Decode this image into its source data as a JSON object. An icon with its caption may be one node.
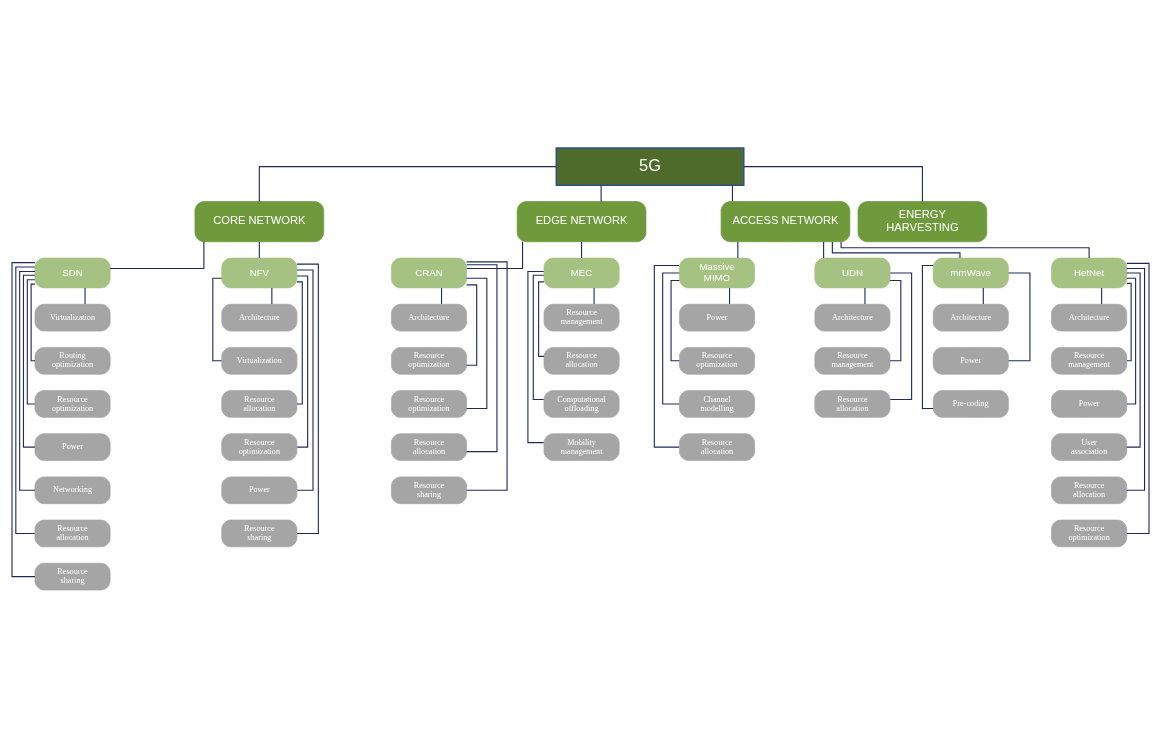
{
  "diagram": {
    "nodes": [
      {
        "text": [
          "5G"
        ]
      },
      {
        "text": [
          "CORE NETWORK"
        ]
      },
      {
        "text": [
          "EDGE NETWORK"
        ]
      },
      {
        "text": [
          "ACCESS NETWORK"
        ]
      },
      {
        "text": [
          "ENERGY HARVESTING"
        ]
      },
      {
        "text": [
          "SDN"
        ]
      },
      {
        "text": [
          "NFV"
        ]
      },
      {
        "text": [
          "CRAN"
        ]
      },
      {
        "text": [
          "MEC"
        ]
      },
      {
        "text": [
          "Massive MIMO"
        ]
      },
      {
        "text": [
          "UDN"
        ]
      },
      {
        "text": [
          "mmWave"
        ]
      },
      {
        "text": [
          "HetNet"
        ]
      },
      {
        "text": [
          "Virtualization"
        ]
      },
      {
        "text": [
          "Routing optimization"
        ]
      },
      {
        "text": [
          "Resource optimization"
        ]
      },
      {
        "text": [
          "Power"
        ]
      },
      {
        "text": [
          "Networking"
        ]
      },
      {
        "text": [
          "Resource allocation"
        ]
      },
      {
        "text": [
          "Resource sharing"
        ]
      },
      {
        "text": [
          "Architecture"
        ]
      },
      {
        "text": [
          "Virtualization"
        ]
      },
      {
        "text": [
          "Resource allocation"
        ]
      },
      {
        "text": [
          "Resource optimization"
        ]
      },
      {
        "text": [
          "Power"
        ]
      },
      {
        "text": [
          "Resource sharing"
        ]
      },
      {
        "text": [
          "Architecture"
        ]
      },
      {
        "text": [
          "Resource optimization"
        ]
      },
      {
        "text": [
          "Resource optimization"
        ]
      },
      {
        "text": [
          "Resource allocation"
        ]
      },
      {
        "text": [
          "Resource sharing"
        ]
      },
      {
        "text": [
          "Resource management"
        ]
      },
      {
        "text": [
          "Resource allocation"
        ]
      },
      {
        "text": [
          "Computational offloading"
        ]
      },
      {
        "text": [
          "Mobility management"
        ]
      },
      {
        "text": [
          "Power"
        ]
      },
      {
        "text": [
          "Resource optimization"
        ]
      },
      {
        "text": [
          "Channel modelling"
        ]
      },
      {
        "text": [
          "Resource allocation"
        ]
      },
      {
        "text": [
          "Architecture"
        ]
      },
      {
        "text": [
          "Resource management"
        ]
      },
      {
        "text": [
          "Resource allocation"
        ]
      },
      {
        "text": [
          "Architecture"
        ]
      },
      {
        "text": [
          "Power"
        ]
      },
      {
        "text": [
          "Pre-coding"
        ]
      },
      {
        "text": [
          "Architecture"
        ]
      },
      {
        "text": [
          "Resource management"
        ]
      },
      {
        "text": [
          "Power"
        ]
      },
      {
        "text": [
          "User association"
        ]
      },
      {
        "text": [
          "Resource allocation"
        ]
      },
      {
        "text": [
          "Resource optimization"
        ]
      }
    ],
    "edges": [
      {
        "from": 0,
        "to": 1,
        "arrow": "none"
      },
      {
        "from": 0,
        "to": 2,
        "arrow": "none"
      },
      {
        "from": 0,
        "to": 3,
        "arrow": "none"
      },
      {
        "from": 0,
        "to": 4,
        "arrow": "none"
      },
      {
        "from": 1,
        "to": 5,
        "arrow": "none"
      },
      {
        "from": 1,
        "to": 6,
        "arrow": "none"
      },
      {
        "from": 2,
        "to": 7,
        "arrow": "none"
      },
      {
        "from": 2,
        "to": 8,
        "arrow": "none"
      },
      {
        "from": 3,
        "to": 9,
        "arrow": "none"
      },
      {
        "from": 3,
        "to": 10,
        "arrow": "none"
      },
      {
        "from": 3,
        "to": 11,
        "arrow": "none"
      },
      {
        "from": 3,
        "to": 12,
        "arrow": "none"
      },
      {
        "from": 5,
        "to": 13,
        "arrow": "none"
      },
      {
        "from": 5,
        "to": 14,
        "arrow": "none"
      },
      {
        "from": 5,
        "to": 15,
        "arrow": "none"
      },
      {
        "from": 5,
        "to": 16,
        "arrow": "none"
      },
      {
        "from": 5,
        "to": 17,
        "arrow": "none"
      },
      {
        "from": 5,
        "to": 18,
        "arrow": "none"
      },
      {
        "from": 5,
        "to": 19,
        "arrow": "none"
      },
      {
        "from": 6,
        "to": 20,
        "arrow": "none"
      },
      {
        "from": 6,
        "to": 21,
        "arrow": "none"
      },
      {
        "from": 6,
        "to": 22,
        "arrow": "none"
      },
      {
        "from": 6,
        "to": 23,
        "arrow": "none"
      },
      {
        "from": 6,
        "to": 24,
        "arrow": "none"
      },
      {
        "from": 6,
        "to": 25,
        "arrow": "none"
      },
      {
        "from": 7,
        "to": 26,
        "arrow": "none"
      },
      {
        "from": 7,
        "to": 27,
        "arrow": "none"
      },
      {
        "from": 7,
        "to": 28,
        "arrow": "none"
      },
      {
        "from": 7,
        "to": 29,
        "arrow": "none"
      },
      {
        "from": 7,
        "to": 30,
        "arrow": "none"
      },
      {
        "from": 8,
        "to": 31,
        "arrow": "none"
      },
      {
        "from": 8,
        "to": 32,
        "arrow": "none"
      },
      {
        "from": 8,
        "to": 33,
        "arrow": "none"
      },
      {
        "from": 8,
        "to": 34,
        "arrow": "none"
      },
      {
        "from": 9,
        "to": 35,
        "arrow": "none"
      },
      {
        "from": 9,
        "to": 36,
        "arrow": "none"
      },
      {
        "from": 9,
        "to": 37,
        "arrow": "none"
      },
      {
        "from": 9,
        "to": 38,
        "arrow": "none"
      },
      {
        "from": 10,
        "to": 39,
        "arrow": "none"
      },
      {
        "from": 10,
        "to": 40,
        "arrow": "none"
      },
      {
        "from": 10,
        "to": 41,
        "arrow": "none"
      },
      {
        "from": 11,
        "to": 42,
        "arrow": "none"
      },
      {
        "from": 11,
        "to": 43,
        "arrow": "none"
      },
      {
        "from": 11,
        "to": 44,
        "arrow": "none"
      },
      {
        "from": 12,
        "to": 45,
        "arrow": "none"
      },
      {
        "from": 12,
        "to": 46,
        "arrow": "none"
      },
      {
        "from": 12,
        "to": 47,
        "arrow": "none"
      },
      {
        "from": 12,
        "to": 48,
        "arrow": "none"
      },
      {
        "from": 12,
        "to": 49,
        "arrow": "none"
      },
      {
        "from": 12,
        "to": 50,
        "arrow": "none"
      }
    ]
  }
}
